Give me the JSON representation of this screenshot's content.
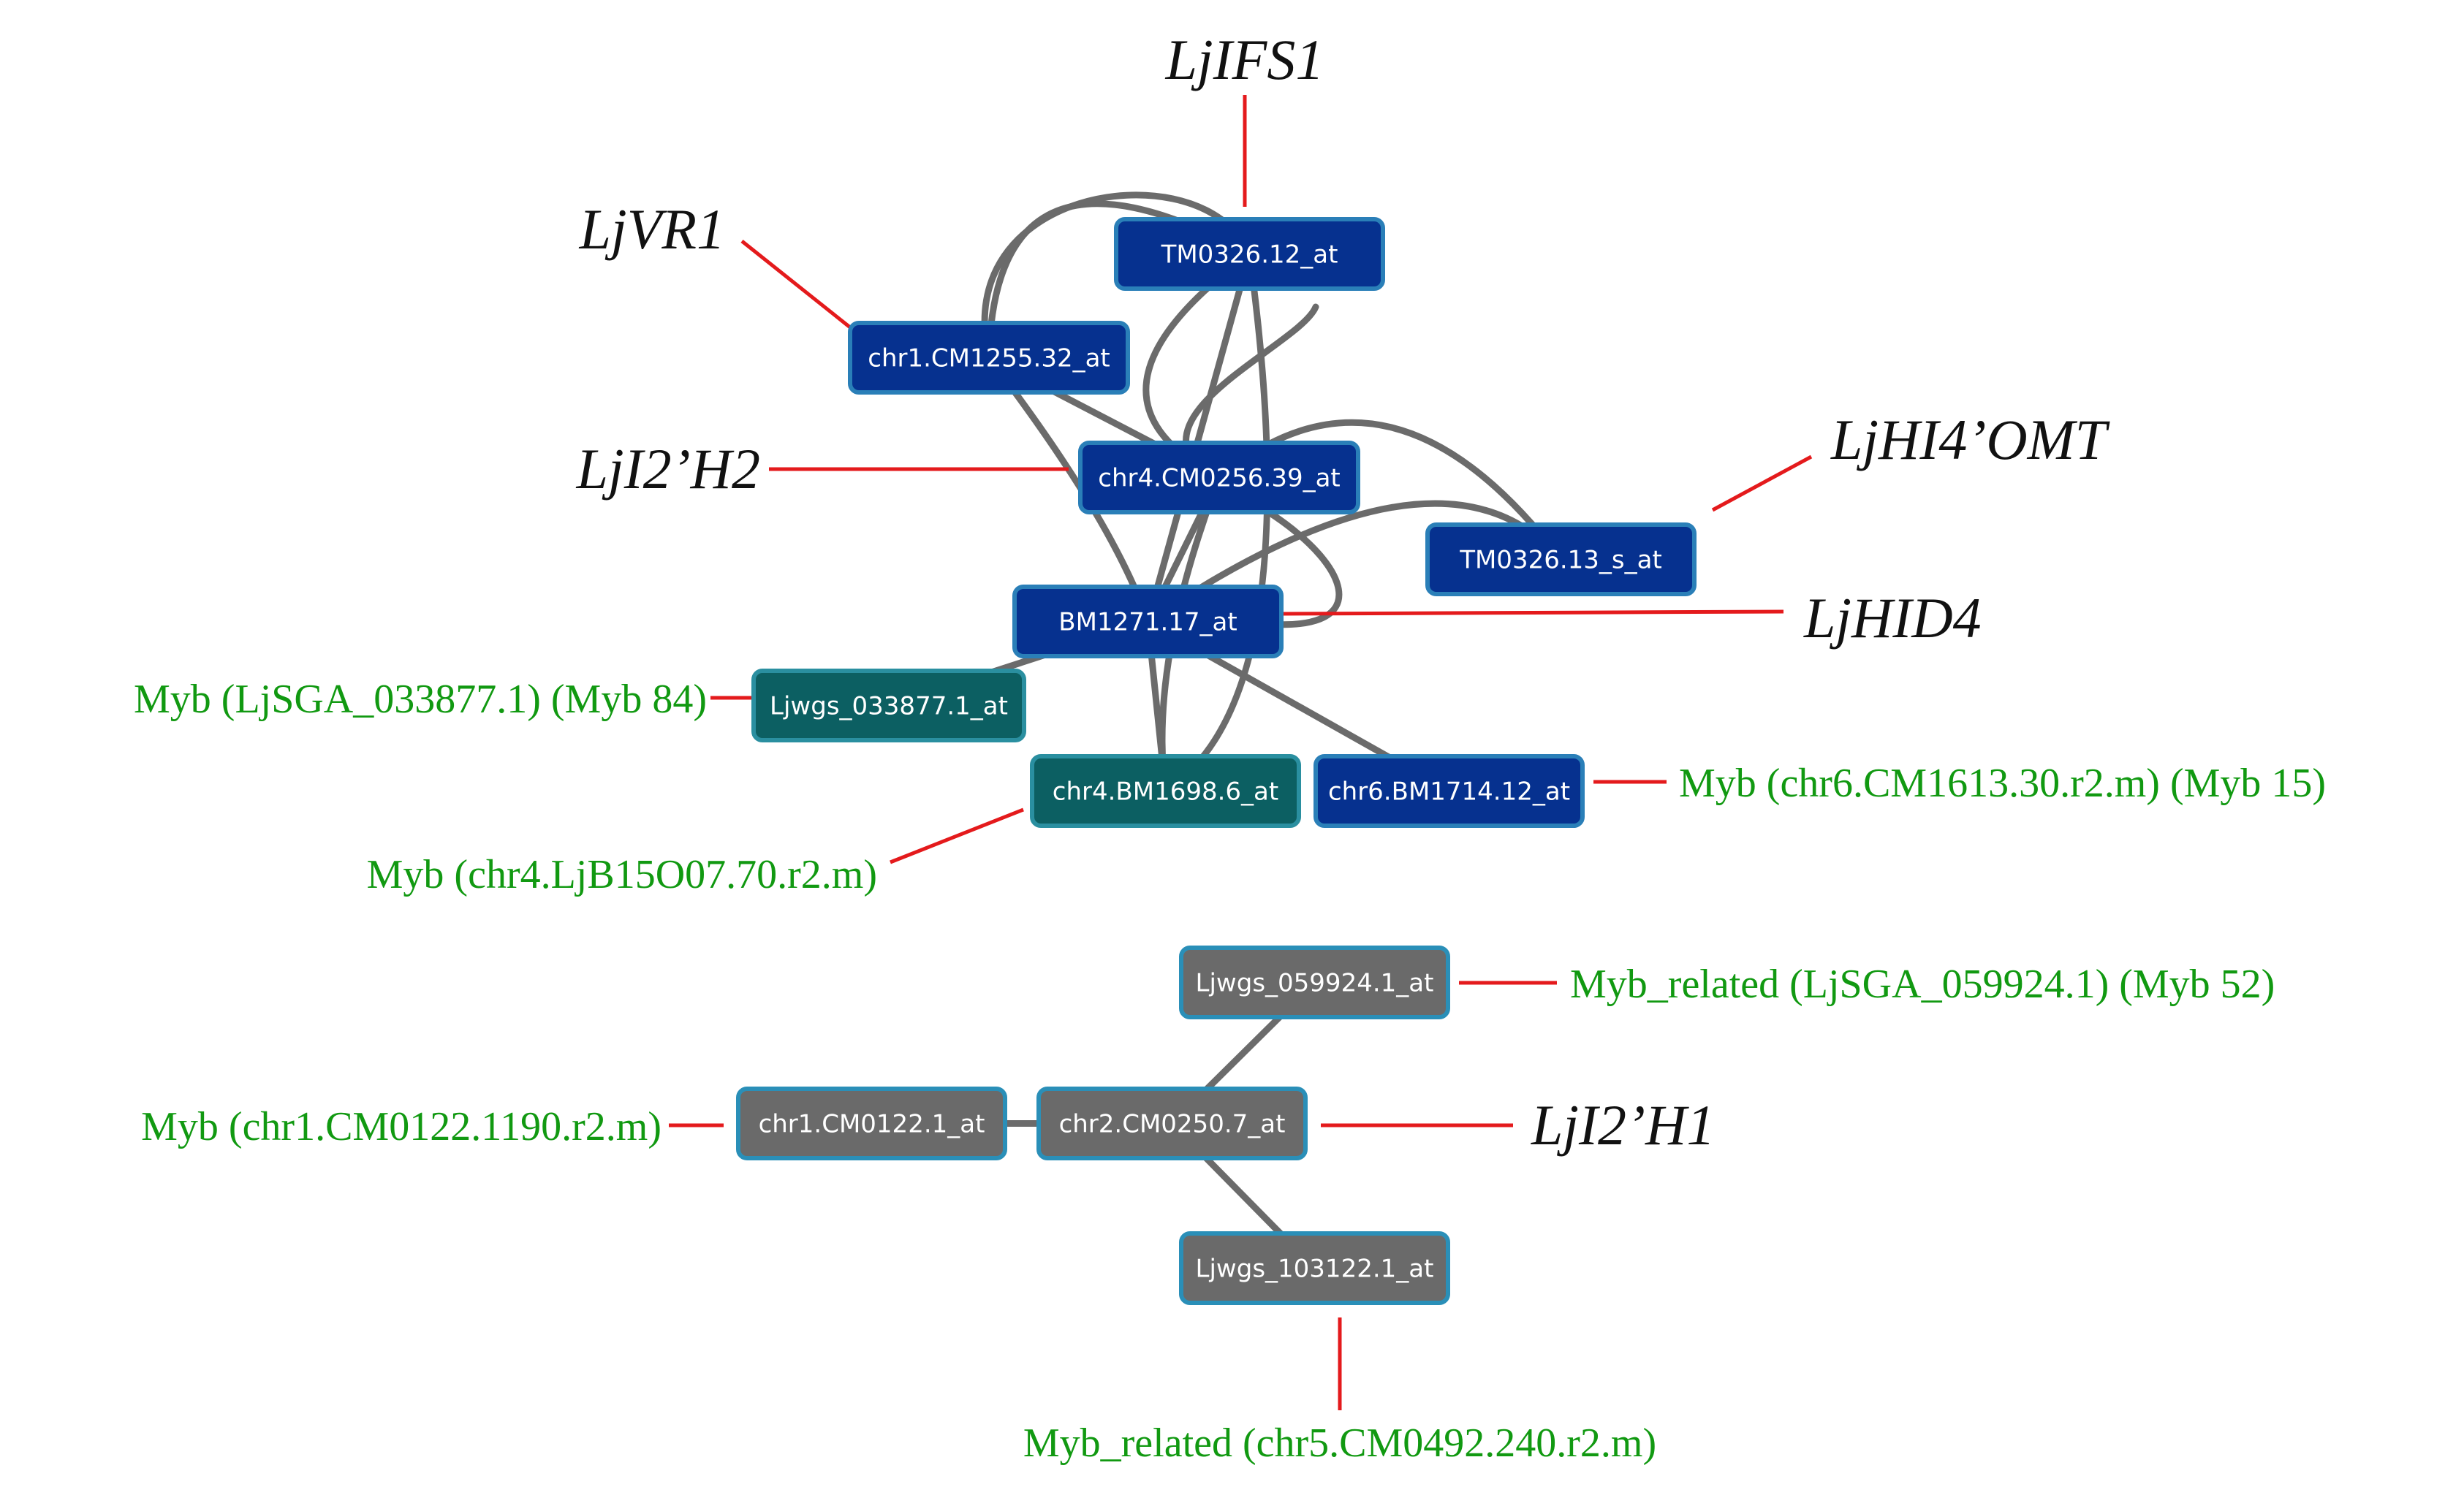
{
  "colors": {
    "node_blue": "#06318f",
    "node_blue_border": "#2a7fb8",
    "node_teal": "#0c5f62",
    "node_teal_border": "#2a8fa0",
    "node_gray": "#6a6a6a",
    "node_gray_border": "#2a8fb8",
    "edge": "#6b6b6b",
    "leader": "#e41a1c",
    "myb_text": "#119911",
    "gene_text": "#111111"
  },
  "nodes": [
    {
      "id": "TM0326.12_at",
      "label": "TM0326.12_at",
      "color": "blue"
    },
    {
      "id": "chr1.CM1255.32_at",
      "label": "chr1.CM1255.32_at",
      "color": "blue"
    },
    {
      "id": "chr4.CM0256.39_at",
      "label": "chr4.CM0256.39_at",
      "color": "blue"
    },
    {
      "id": "TM0326.13_s_at",
      "label": "TM0326.13_s_at",
      "color": "blue"
    },
    {
      "id": "BM1271.17_at",
      "label": "BM1271.17_at",
      "color": "blue"
    },
    {
      "id": "Ljwgs_033877.1_at",
      "label": "Ljwgs_033877.1_at",
      "color": "teal"
    },
    {
      "id": "chr4.BM1698.6_at",
      "label": "chr4.BM1698.6_at",
      "color": "teal"
    },
    {
      "id": "chr6.BM1714.12_at",
      "label": "chr6.BM1714.12_at",
      "color": "blue"
    },
    {
      "id": "Ljwgs_059924.1_at",
      "label": "Ljwgs_059924.1_at",
      "color": "gray"
    },
    {
      "id": "chr1.CM0122.1_at",
      "label": "chr1.CM0122.1_at",
      "color": "gray"
    },
    {
      "id": "chr2.CM0250.7_at",
      "label": "chr2.CM0250.7_at",
      "color": "gray"
    },
    {
      "id": "Ljwgs_103122.1_at",
      "label": "Ljwgs_103122.1_at",
      "color": "gray"
    }
  ],
  "edges": [
    [
      "chr1.CM1255.32_at",
      "TM0326.12_at"
    ],
    [
      "chr1.CM1255.32_at",
      "chr4.CM0256.39_at"
    ],
    [
      "chr1.CM1255.32_at",
      "BM1271.17_at"
    ],
    [
      "TM0326.12_at",
      "chr4.CM0256.39_at"
    ],
    [
      "TM0326.12_at",
      "BM1271.17_at"
    ],
    [
      "TM0326.12_at",
      "chr4.BM1698.6_at"
    ],
    [
      "chr4.CM0256.39_at",
      "TM0326.13_s_at"
    ],
    [
      "chr4.CM0256.39_at",
      "BM1271.17_at"
    ],
    [
      "chr4.CM0256.39_at",
      "chr4.BM1698.6_at"
    ],
    [
      "BM1271.17_at",
      "TM0326.13_s_at"
    ],
    [
      "BM1271.17_at",
      "Ljwgs_033877.1_at"
    ],
    [
      "BM1271.17_at",
      "chr4.BM1698.6_at"
    ],
    [
      "BM1271.17_at",
      "chr6.BM1714.12_at"
    ],
    [
      "Ljwgs_059924.1_at",
      "chr2.CM0250.7_at"
    ],
    [
      "chr1.CM0122.1_at",
      "chr2.CM0250.7_at"
    ],
    [
      "chr2.CM0250.7_at",
      "Ljwgs_103122.1_at"
    ]
  ],
  "gene_annotations": [
    {
      "node": "TM0326.12_at",
      "text": "LjIFS1"
    },
    {
      "node": "chr1.CM1255.32_at",
      "text": "LjVR1"
    },
    {
      "node": "chr4.CM0256.39_at",
      "text": "LjI2’H2"
    },
    {
      "node": "TM0326.13_s_at",
      "text": "LjHI4’OMT"
    },
    {
      "node": "BM1271.17_at",
      "text": "LjHID4"
    },
    {
      "node": "chr2.CM0250.7_at",
      "text": "LjI2’H1"
    }
  ],
  "myb_annotations": [
    {
      "node": "Ljwgs_033877.1_at",
      "text": "Myb (LjSGA_033877.1) (Myb 84)"
    },
    {
      "node": "chr6.BM1714.12_at",
      "text": "Myb (chr6.CM1613.30.r2.m) (Myb 15)"
    },
    {
      "node": "chr4.BM1698.6_at",
      "text": "Myb (chr4.LjB15O07.70.r2.m)"
    },
    {
      "node": "Ljwgs_059924.1_at",
      "text": "Myb_related (LjSGA_059924.1) (Myb 52)"
    },
    {
      "node": "chr1.CM0122.1_at",
      "text": "Myb (chr1.CM0122.1190.r2.m)"
    },
    {
      "node": "Ljwgs_103122.1_at",
      "text": "Myb_related (chr5.CM0492.240.r2.m)"
    }
  ]
}
